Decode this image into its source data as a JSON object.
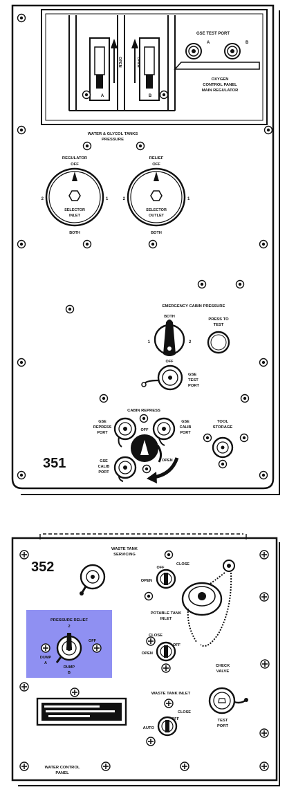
{
  "panel351": {
    "number": "351",
    "gse_test_port_top": "GSE TEST PORT",
    "port_a": "A",
    "port_b": "B",
    "oxygen_title": [
      "OXYGEN",
      "CONTROL PANEL",
      "MAIN REGULATOR"
    ],
    "open_label": "OPEN",
    "valve_a": "A",
    "valve_b": "B",
    "water_glycol_title": [
      "WATER & GLYCOL TANKS",
      "PRESSURE"
    ],
    "regulator": {
      "title": "REGULATOR",
      "off": "OFF",
      "pos2": "2",
      "pos1": "1",
      "selector": [
        "SELECTOR",
        "INLET"
      ],
      "both": "BOTH"
    },
    "relief": {
      "title": "RELIEF",
      "off": "OFF",
      "pos2": "2",
      "pos1": "1",
      "selector": [
        "SELECTOR",
        "OUTLET"
      ],
      "both": "BOTH"
    },
    "emergency_cabin_pressure": "EMERGENCY CABIN PRESSURE",
    "ecp_both": "BOTH",
    "ecp_pos1": "1",
    "ecp_pos2": "2",
    "ecp_off": "OFF",
    "press_to_test": [
      "PRESS TO",
      "TEST"
    ],
    "gse_test_port": [
      "GSE",
      "TEST",
      "PORT"
    ],
    "cabin_repress": "CABIN REPRESS",
    "gse_repress_port": [
      "GSE",
      "REPRESS",
      "PORT"
    ],
    "gse_calib_port_right": [
      "GSE",
      "CALIB",
      "PORT"
    ],
    "gse_calib_port_left": [
      "GSE",
      "CALIB",
      "PORT"
    ],
    "repress_off": "OFF",
    "repress_open": "OPEN",
    "tool_storage": [
      "TOOL",
      "STORAGE"
    ]
  },
  "panel352": {
    "number": "352",
    "waste_tank_servicing": [
      "WASTE TANK",
      "SERVICING"
    ],
    "wts_close": "CLOSE",
    "wts_open": "OPEN",
    "wts_off": "OFF",
    "potable_tank_inlet": [
      "POTABLE TANK",
      "INLET"
    ],
    "pti_close": "CLOSE",
    "pti_open": "OPEN",
    "pti_off": "OFF",
    "pressure_relief": "PRESSURE RELIEF",
    "pr_2": "2",
    "pr_off": "OFF",
    "pr_dump_a": [
      "DUMP",
      "A"
    ],
    "pr_dump_b": [
      "DUMP",
      "B"
    ],
    "check_valve": [
      "CHECK",
      "VALVE"
    ],
    "test_port": [
      "TEST",
      "PORT"
    ],
    "waste_tank_inlet": "WASTE TANK INLET",
    "wti_close": "CLOSE",
    "wti_auto": "AUTO",
    "wti_off": "OFF",
    "water_control_panel": [
      "WATER CONTROL",
      "PANEL"
    ]
  },
  "colors": {
    "highlight": "#7b7cf0",
    "ink": "#111111"
  }
}
